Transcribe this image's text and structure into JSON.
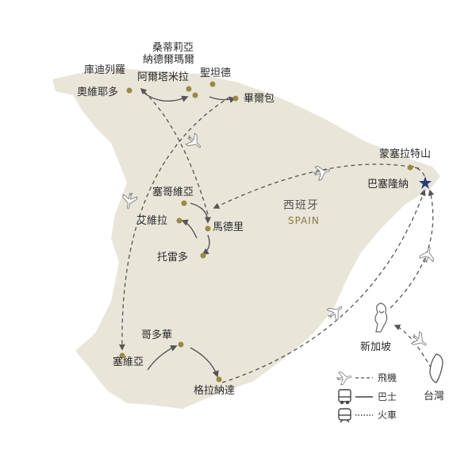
{
  "country": {
    "name_zh": "西班牙",
    "name_en": "SPAIN"
  },
  "cities": {
    "coruna": "庫迪列羅",
    "oviedo": "奧維耶多",
    "santillana_l1": "桑蒂莉亞",
    "santillana_l2": "納德爾瑪爾",
    "altamira": "阿爾塔米拉",
    "san_vicente": "聖坦德",
    "bilbao": "畢爾包",
    "montserrat": "蒙塞拉特山",
    "barcelona": "巴塞隆納",
    "segovia": "塞哥維亞",
    "avila": "艾維拉",
    "madrid": "馬德里",
    "toledo": "托雷多",
    "cordoba": "哥多華",
    "sevilla": "塞維亞",
    "granada": "格拉納達",
    "singapore": "新加坡",
    "taiwan": "台灣"
  },
  "legend": {
    "flight": "飛機",
    "bus": "巴士",
    "train": "火車"
  },
  "colors": {
    "land": "#e9e5d9",
    "city_dot": "#9a8a3e",
    "route": "#555555",
    "star": "#2a3a7a"
  },
  "icons": [
    "airplane-icon",
    "bus-icon",
    "train-icon",
    "star-icon",
    "singapore-icon",
    "taiwan-icon"
  ]
}
